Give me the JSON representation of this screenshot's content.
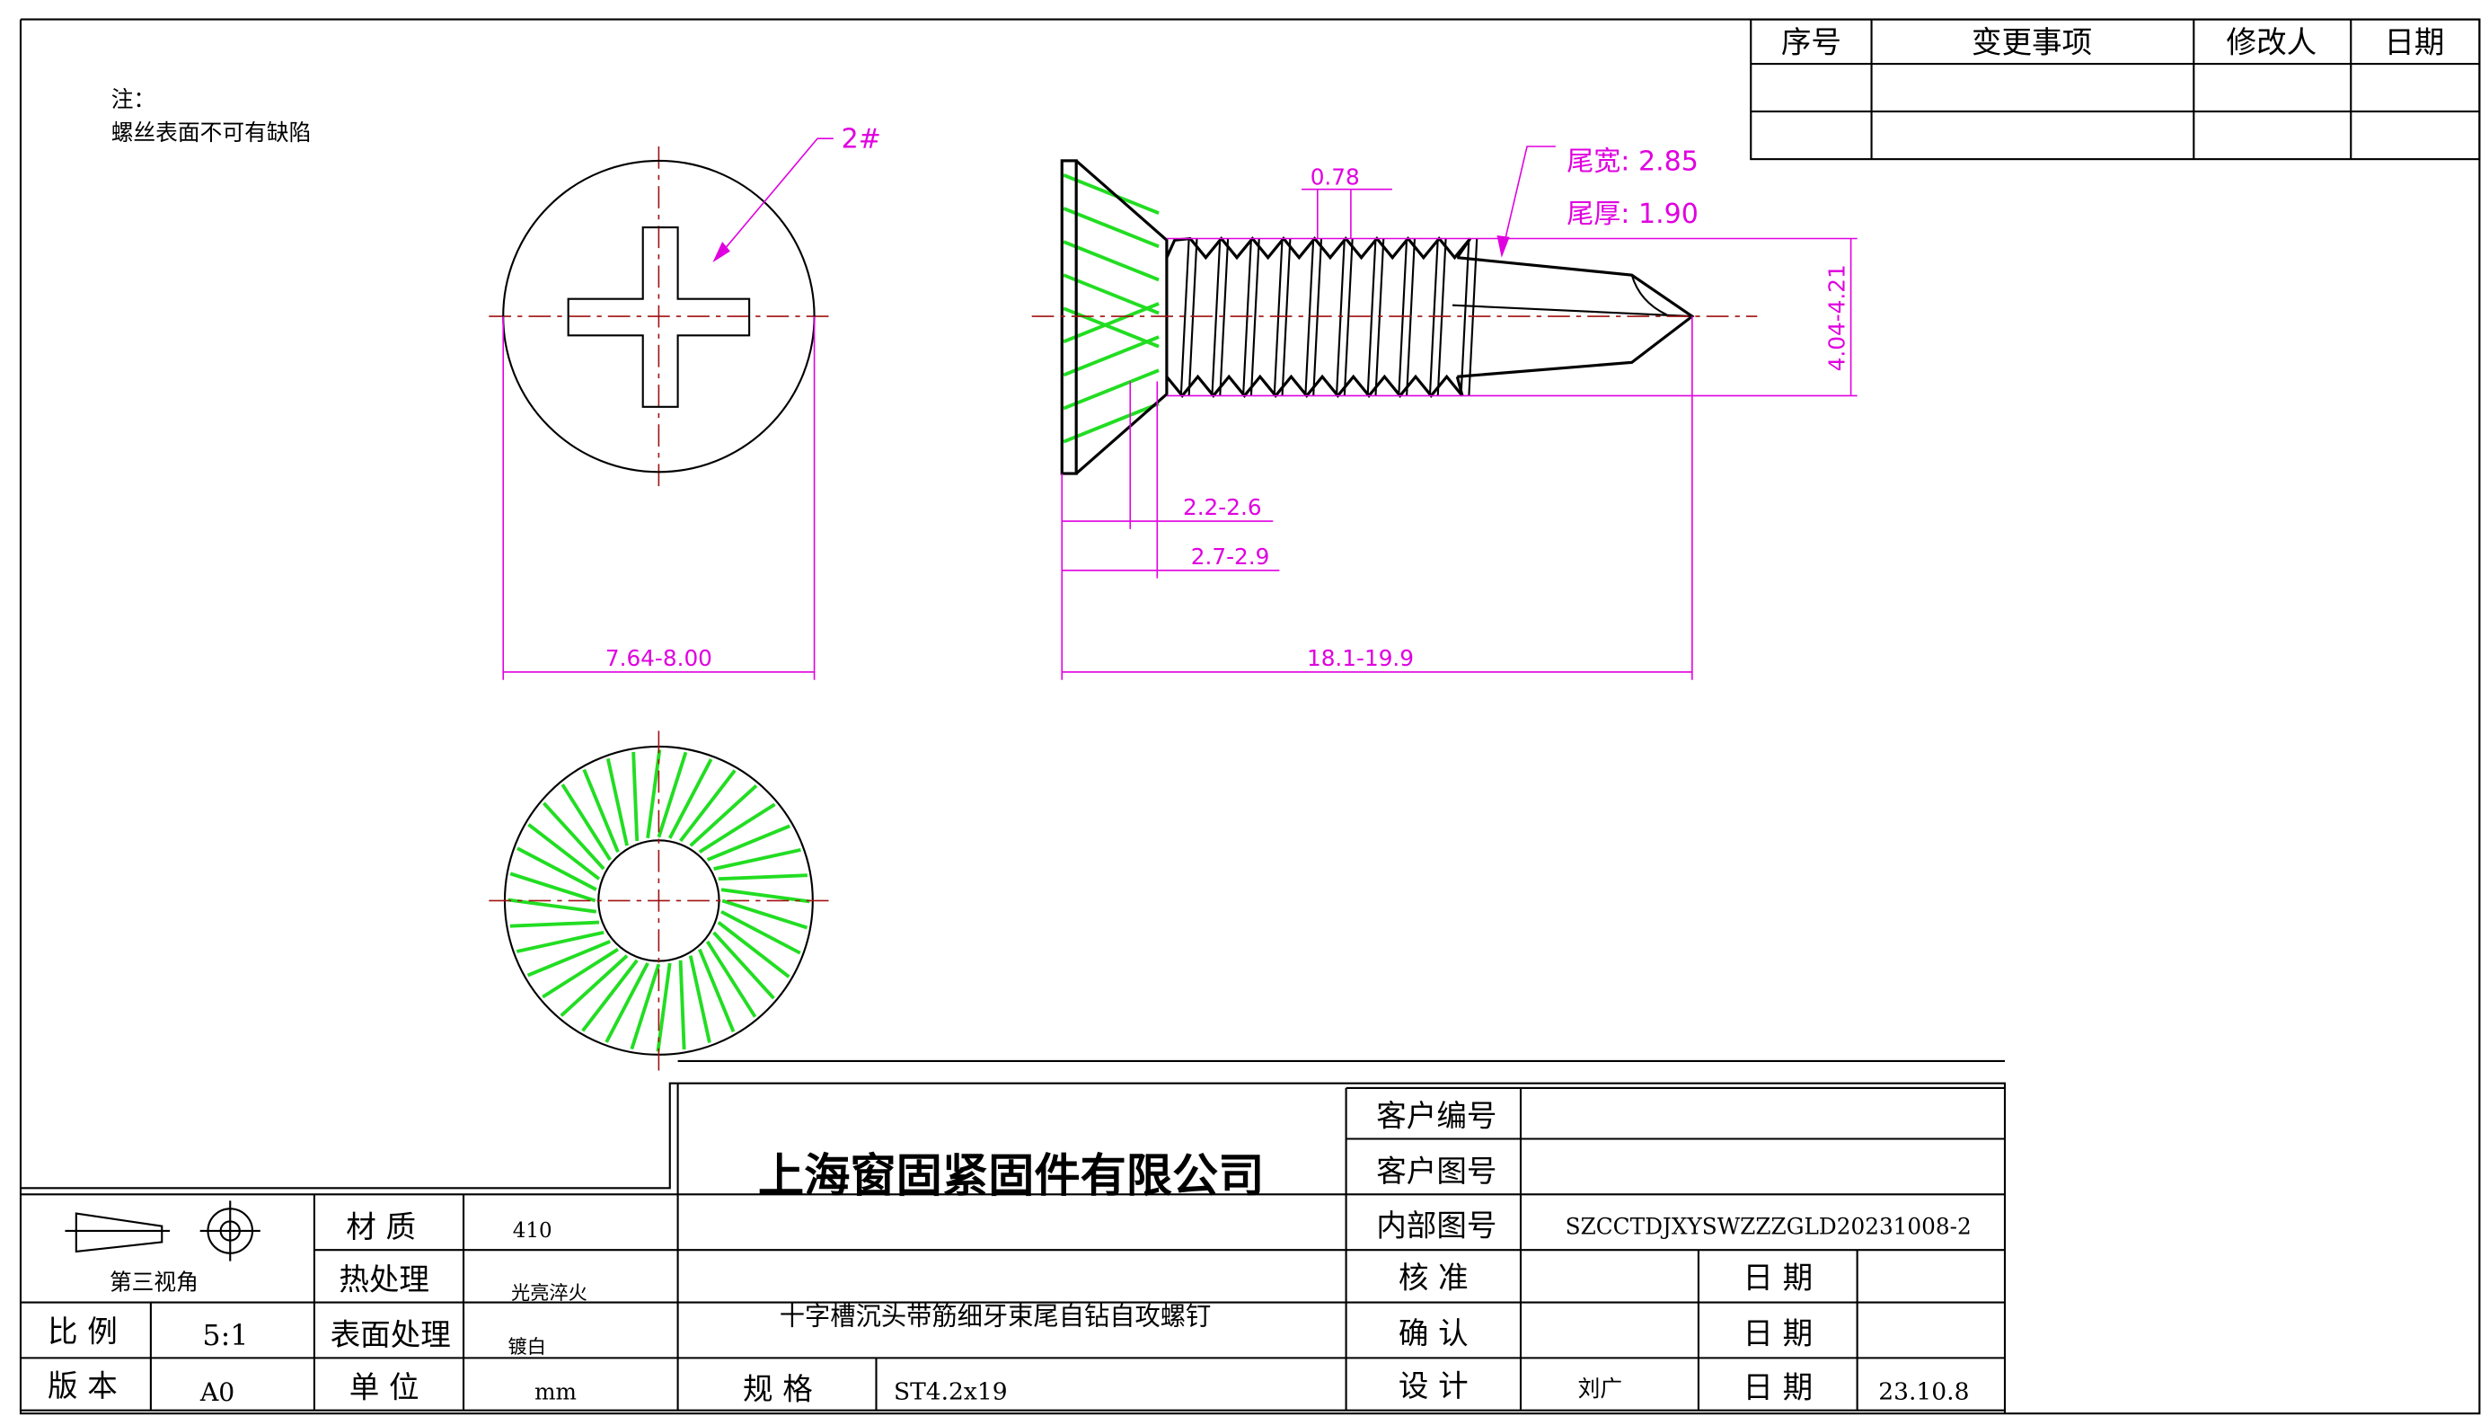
{
  "notes": {
    "title": "注：",
    "text": "螺丝表面不可有缺陷"
  },
  "revision_table": {
    "headers": [
      "序号",
      "变更事项",
      "修改人",
      "日期"
    ]
  },
  "dimensions": {
    "drive": "2#",
    "head_diameter": "7.64-8.00",
    "thread_pitch": "0.78",
    "tail_width": "尾宽: 2.85",
    "tail_thickness": "尾厚: 1.90",
    "thread_diameter": "4.04-4.21",
    "head_height_1": "2.2-2.6",
    "head_height_2": "2.7-2.9",
    "total_length": "18.1-19.9"
  },
  "title_block": {
    "projection": "第三视角",
    "material_label": "材 质",
    "material": "410",
    "heat_label": "热处理",
    "heat": "光亮淬火",
    "scale_label": "比 例",
    "scale": "5:1",
    "surface_label": "表面处理",
    "surface": "镀白",
    "version_label": "版 本",
    "version": "A0",
    "unit_label": "单 位",
    "unit": "mm",
    "company": "上海窗固紧固件有限公司",
    "product": "十字槽沉头带筋细牙束尾自钻自攻螺钉",
    "spec_label": "规 格",
    "spec": "ST4.2x19",
    "customer_no_label": "客户编号",
    "customer_no": "",
    "customer_dwg_label": "客户图号",
    "customer_dwg": "",
    "internal_dwg_label": "内部图号",
    "internal_dwg": "SZCCTDJXYSWZZZGLD20231008-2",
    "approve_label": "核 准",
    "approve": "",
    "confirm_label": "确 认",
    "confirm": "",
    "design_label": "设 计",
    "design": "刘广",
    "date_label": "日 期",
    "approve_date": "",
    "confirm_date": "",
    "design_date": "23.10.8"
  }
}
